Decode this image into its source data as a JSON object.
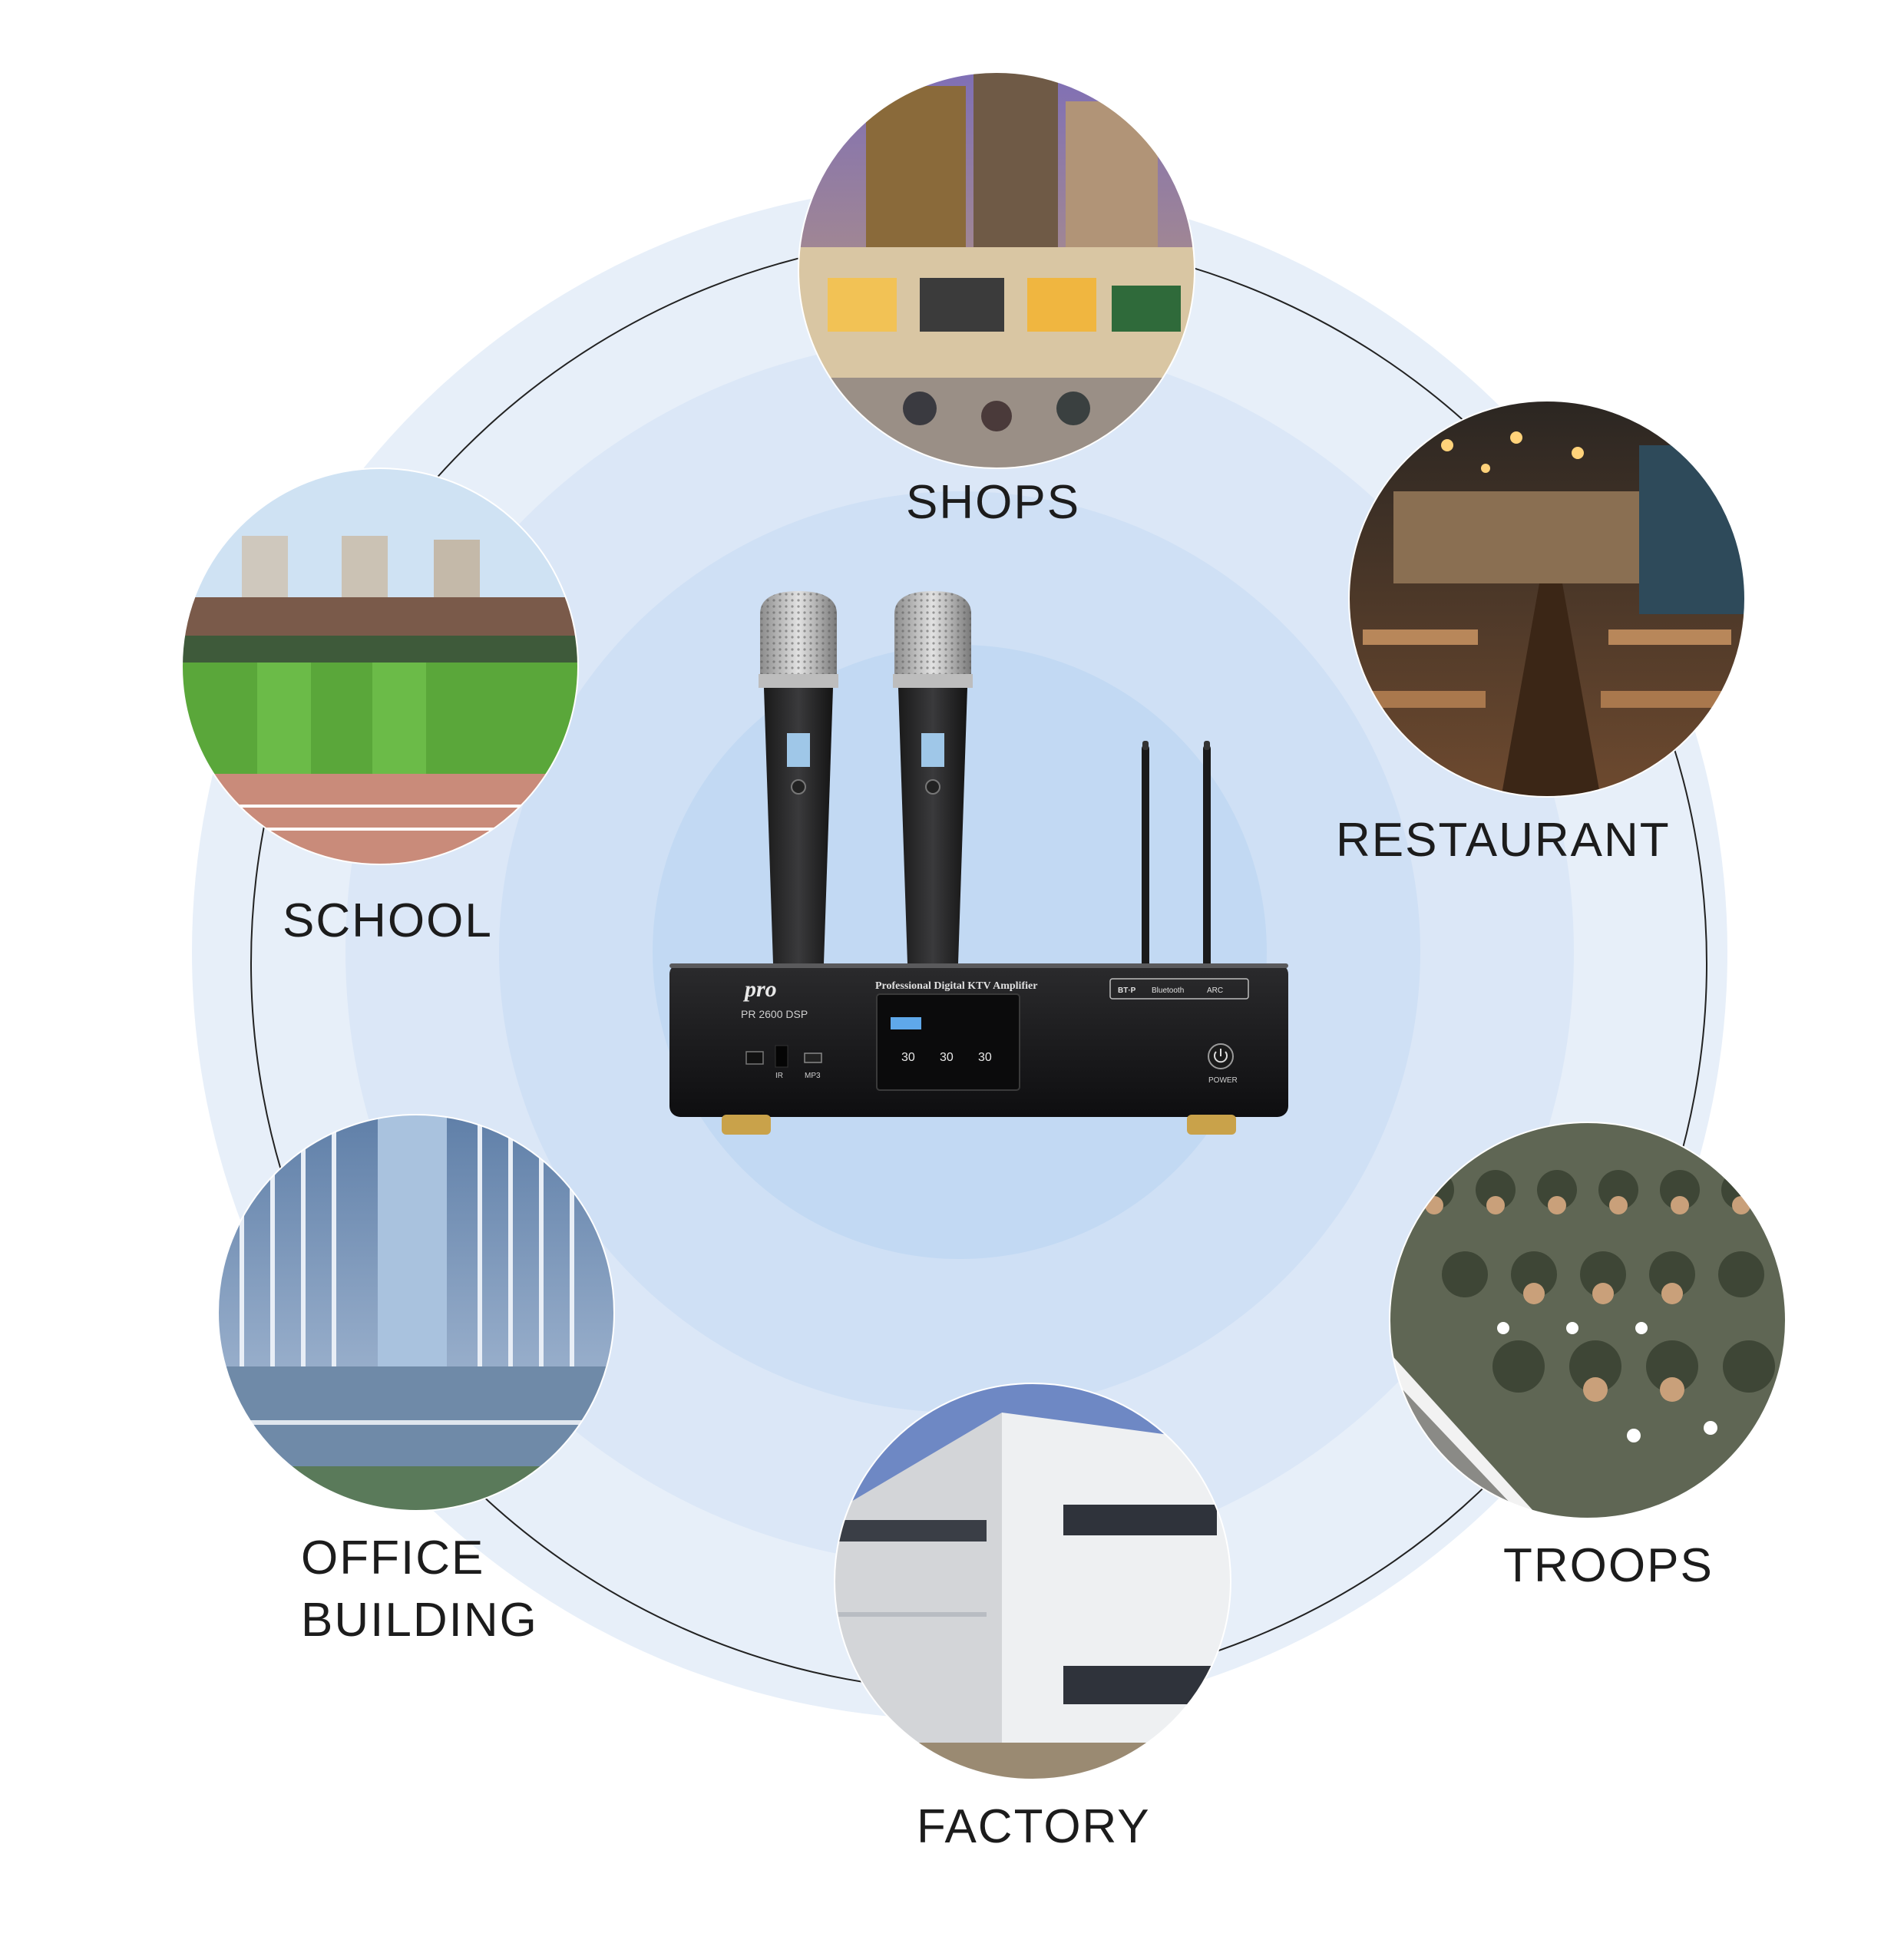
{
  "colors": {
    "background": "#ffffff",
    "ring_outer": "#e7eff9",
    "ring_mid": "#dbe7f7",
    "ring_inner": "#cfe0f5",
    "core": "#c2d9f3",
    "outline": "#222222",
    "label": "#1c1c1c"
  },
  "locations": [
    {
      "id": "shops",
      "label": [
        "SHOPS"
      ],
      "icon": "shopping-street-photo"
    },
    {
      "id": "restaurant",
      "label": [
        "RESTAURANT"
      ],
      "icon": "restaurant-photo"
    },
    {
      "id": "school",
      "label": [
        "SCHOOL"
      ],
      "icon": "school-field-photo"
    },
    {
      "id": "office",
      "label": [
        "OFFICE",
        "BUILDING"
      ],
      "icon": "office-tower-photo"
    },
    {
      "id": "troops",
      "label": [
        "TROOPS"
      ],
      "icon": "marching-troops-photo"
    },
    {
      "id": "factory",
      "label": [
        "FACTORY"
      ],
      "icon": "factory-building-photo"
    }
  ],
  "product": {
    "brand": "pro",
    "model": "PR 2600 DSP",
    "headline": "Professional Digital KTV Amplifier",
    "screen_values": [
      "30",
      "30",
      "30"
    ],
    "front_labels": {
      "ir": "IR",
      "mp3": "MP3",
      "power": "POWER"
    },
    "badges": [
      "BT·P",
      "Bluetooth",
      "ARC"
    ],
    "icon": "amplifier-with-wireless-microphones"
  }
}
